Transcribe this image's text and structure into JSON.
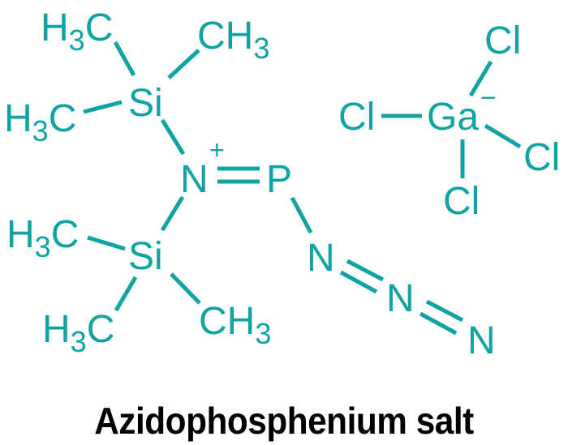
{
  "diagram": {
    "type": "chemical-structure",
    "color": "#0fa3a3",
    "caption": "Azidophosphenium salt",
    "cation": {
      "atoms": {
        "si_top": "Si",
        "si_bottom": "Si",
        "n_center": "N",
        "n_charge": "+",
        "p": "P",
        "azide_n1": "N",
        "azide_n2": "N",
        "azide_n3": "N"
      },
      "methyl_groups": {
        "top_si_upper_left": {
          "main": "H",
          "sub": "3",
          "tail": "C"
        },
        "top_si_upper_right": {
          "main": "CH",
          "sub": "3"
        },
        "top_si_left": {
          "main": "H",
          "sub": "3",
          "tail": "C"
        },
        "bottom_si_left": {
          "main": "H",
          "sub": "3",
          "tail": "C"
        },
        "bottom_si_lower_left": {
          "main": "H",
          "sub": "3",
          "tail": "C"
        },
        "bottom_si_lower_right": {
          "main": "CH",
          "sub": "3"
        }
      }
    },
    "anion": {
      "center": "Ga",
      "charge": "−",
      "ligands": [
        "Cl",
        "Cl",
        "Cl",
        "Cl"
      ]
    }
  }
}
